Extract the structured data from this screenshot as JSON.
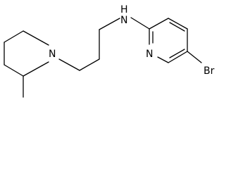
{
  "molecule": {
    "atoms": {
      "n_piperidine": "N",
      "n_amine": "H\nN",
      "n_pyridine": "N",
      "bromine": "Br"
    }
  },
  "colors": {
    "bond": "#000000",
    "label": "#000000",
    "background": "#ffffff"
  }
}
